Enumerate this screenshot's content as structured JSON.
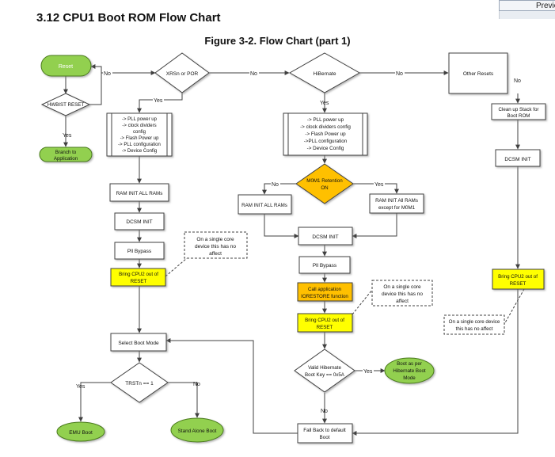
{
  "page": {
    "section_heading": "3.12   CPU1 Boot ROM Flow Chart",
    "figure_title": "Figure 3-2. Flow Chart (part 1)",
    "preview_button": "Previo"
  },
  "colors": {
    "green": "#92d050",
    "yellow": "#ffff00",
    "orange": "#ffc000",
    "box_fill": "#ffffff",
    "line": "#404040"
  },
  "nodes": {
    "reset": "Reset",
    "hwbist": "HWBIST RESET",
    "branch": [
      "Branch to",
      "Application"
    ],
    "xrsn": "XRSn or POR",
    "hibernate": "HiBernate",
    "other_resets": "Other Resets",
    "cleanup": [
      "Clean up Stack for",
      "Boot ROM"
    ],
    "dcsm_right": "DCSM INIT",
    "cpu2_right": [
      "Bring CPU2 out of",
      "RESET"
    ],
    "note_right": [
      "On a single core device",
      "this has no affect"
    ],
    "init_left": [
      "-> PLL power up",
      "-> clock dividers",
      "config",
      "-> Flash Power up",
      "-> PLL configuration",
      "-> Device Config"
    ],
    "ram_left": "RAM INIT ALL RAMs",
    "dcsm_left": "DCSM INIT",
    "pll_left": "Pll Bypass",
    "cpu2_left": [
      "Bring CPU2 out of",
      "RESET"
    ],
    "note_left": [
      "On a single core",
      "device this has no",
      "affect"
    ],
    "select_boot": "Select Boot Mode",
    "trstn": "TRSTn == 1",
    "emu_boot": "EMU Boot",
    "standalone_boot": "Stand Alone Boot",
    "init_mid": [
      "-> PLL power up",
      "-> clock dividers config",
      "-> Flash Power up",
      "->PLL configuration",
      "-> Device Config"
    ],
    "m0m1": [
      "M0M1 Retention",
      "ON"
    ],
    "ram_mid_left": "RAM INIT ALL RAMs",
    "ram_mid_right": [
      "RAM INIT All RAMs",
      "except for M0M1"
    ],
    "dcsm_mid": "DCSM INIT",
    "pll_mid": "Pll Bypass",
    "call_app": [
      "Call application",
      "IORESTORE function"
    ],
    "note_mid": [
      "On a single core",
      "device this has no",
      "affect"
    ],
    "cpu2_mid": [
      "Bring CPU2 out of",
      "RESET"
    ],
    "valid_key": [
      "Valid Hibernate",
      "Boot Key == 0x5A"
    ],
    "boot_hib": [
      "Boot as per",
      "Hibernate Boot",
      "Mode"
    ],
    "fallback": [
      "Fall Back to default",
      "Boot"
    ]
  },
  "edge_labels": {
    "no": "No",
    "yes": "Yes"
  }
}
